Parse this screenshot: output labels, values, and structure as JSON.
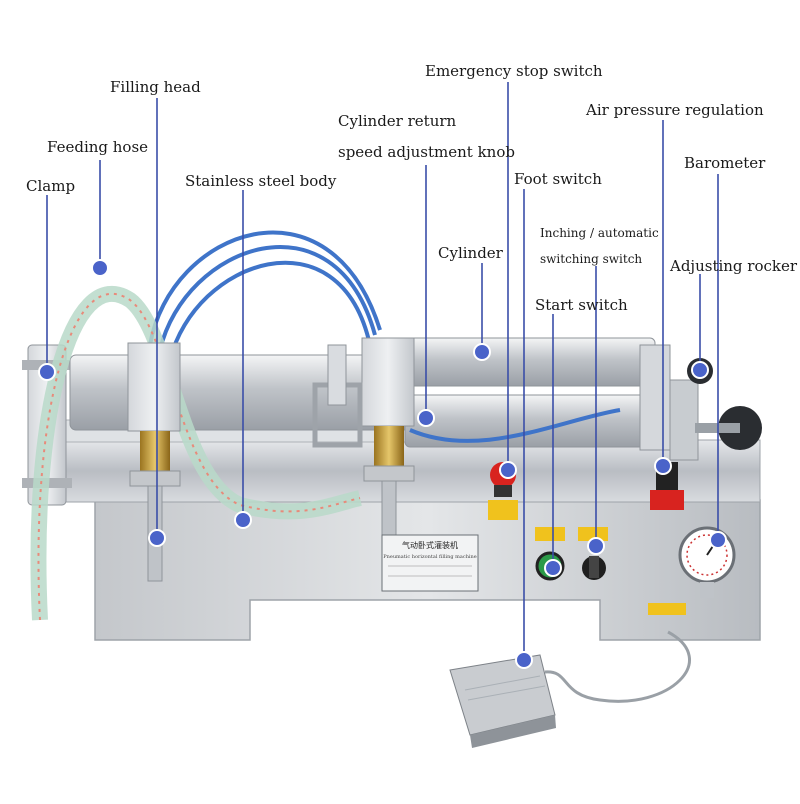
{
  "labels": {
    "emergency_stop": "Emergency stop switch",
    "filling_head": "Filling head",
    "air_pressure": "Air pressure regulation",
    "cylinder_return_1": "Cylinder return",
    "cylinder_return_2": "speed adjustment knob",
    "feeding_hose": "Feeding hose",
    "barometer": "Barometer",
    "foot_switch": "Foot switch",
    "stainless_body": "Stainless steel body",
    "clamp": "Clamp",
    "inching_1": "Inching / automatic",
    "inching_2": "switching switch",
    "cylinder": "Cylinder",
    "adjusting_rocker": "Adjusting rocker",
    "start_switch": "Start switch"
  },
  "nameplate": {
    "title": "气动卧式灌装机",
    "subtitle": "Pneumatic horizontal filling machine"
  },
  "colors": {
    "pointer": "#3a4ea8",
    "dot": "#4a63c9",
    "steel": "#c9ccd1",
    "emergency": "#d8231f",
    "hose_blue": "#3f74c9"
  }
}
